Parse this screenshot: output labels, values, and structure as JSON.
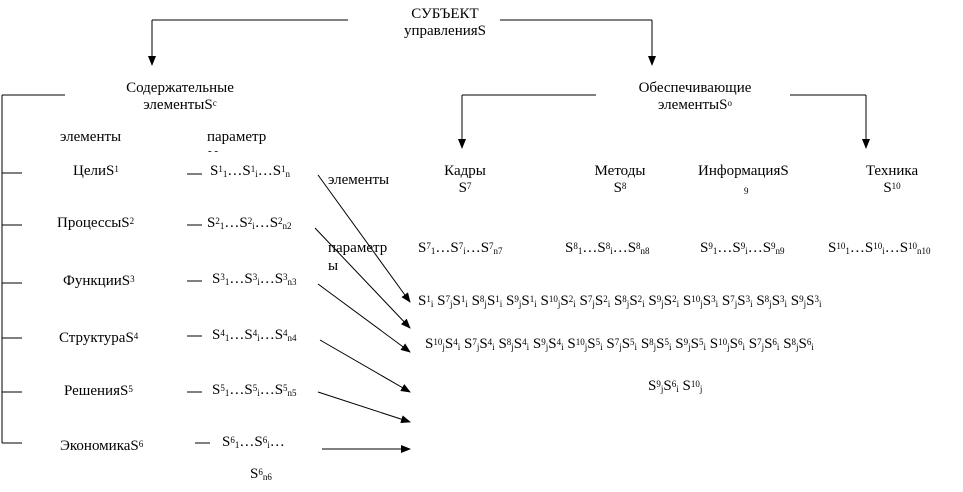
{
  "subject": {
    "line1": "СУБЪЕКТ",
    "line2": "управленияS"
  },
  "content": {
    "line1": "Содержательные",
    "line2": "элементыS",
    "sup": "с"
  },
  "provide": {
    "line1": "Обеспечивающие",
    "line2": "элементыS",
    "sup": "о"
  },
  "header_elements": "элементы",
  "header_param": "параметр",
  "header_param_dash": "- -",
  "left_items": [
    {
      "name": "ЦелиS",
      "sup": "1"
    },
    {
      "name": "ПроцессыS",
      "sup": "2"
    },
    {
      "name": "ФункцииS",
      "sup": "3"
    },
    {
      "name": "СтруктураS",
      "sup": "4"
    },
    {
      "name": "РешенияS",
      "sup": "5"
    },
    {
      "name": "ЭкономикаS",
      "sup": "6"
    }
  ],
  "left_params": [
    "n",
    "n2",
    "n3",
    "n4",
    "n5",
    "n6"
  ],
  "mid_label_elements": "элементы",
  "mid_label_params": "параметр",
  "mid_label_params2": "ы",
  "right_items": [
    {
      "name": "Кадры",
      "s": "S",
      "sup": "7"
    },
    {
      "name": "Методы",
      "s": "S",
      "sup": "8"
    },
    {
      "name": "ИнформацияS",
      "sub": "9"
    },
    {
      "name": "Техника",
      "s": "S",
      "sup": "10"
    }
  ]
}
